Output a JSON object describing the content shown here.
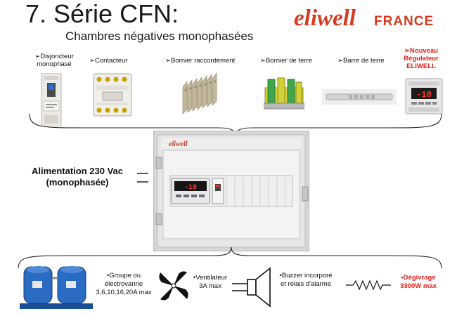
{
  "header": {
    "title": "7.  Série CFN:",
    "subtitle": "Chambres négatives monophasées",
    "logo_main": "eliwell",
    "logo_sub": "FRANCE"
  },
  "components": [
    {
      "label_line1": "➢Disjoncteur",
      "label_line2": "monophasé"
    },
    {
      "label_line1": "➢Contacteur",
      "label_line2": ""
    },
    {
      "label_line1": "➢Bornier raccordement",
      "label_line2": ""
    },
    {
      "label_line1": "➢Bornier de terre",
      "label_line2": ""
    },
    {
      "label_line1": "➢Barre de terre",
      "label_line2": ""
    },
    {
      "label_line1": "➢Nouveau",
      "label_line2": "Régulateur",
      "label_line3": "ELIWELL"
    }
  ],
  "cabinet": {
    "psu_line1": "Alimentation 230 Vac",
    "psu_line2": "(monophasée)",
    "brand": "eliwell",
    "controller_display": "-18"
  },
  "outputs": [
    {
      "line1": "•Groupe ou",
      "line2": "électrovanne",
      "line3": "3,6,10,16,20A max"
    },
    {
      "line1": "•Ventilateur",
      "line2": "3A max"
    },
    {
      "line1": "•Buzzer incorporé",
      "line2": "et relais d'alarme"
    },
    {
      "line1": "•Dégivrage",
      "line2": "3300W max"
    }
  ],
  "colors": {
    "accent_red": "#e0201c",
    "logo_red": "#d63a1f",
    "text": "#111111"
  }
}
